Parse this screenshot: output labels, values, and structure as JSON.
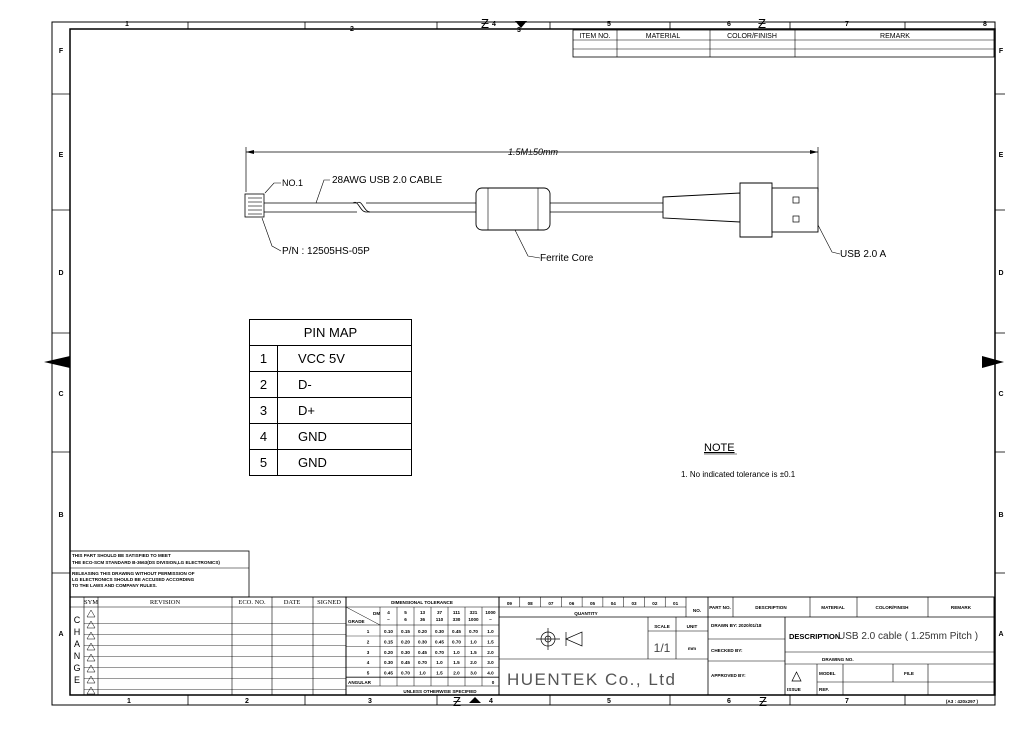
{
  "frame": {
    "columns_top": [
      "1",
      "2",
      "4",
      "5",
      "6",
      "7",
      "8"
    ],
    "column_marker_top": "3",
    "columns_bottom": [
      "1",
      "2",
      "3",
      "4",
      "5",
      "6",
      "7"
    ],
    "rows": [
      "F",
      "E",
      "D",
      "C",
      "B",
      "A"
    ],
    "rev_mark": "Ƶ",
    "sheet_size": "(A3 : 420x297 )"
  },
  "item_table": {
    "headers": [
      "ITEM NO.",
      "MATERIAL",
      "COLOR/FINISH",
      "REMARK"
    ]
  },
  "drawing": {
    "length": "1.5M±50mm",
    "no1": "NO.1",
    "cable": "28AWG USB 2.0 CABLE",
    "pn": "P/N : 12505HS-05P",
    "ferrite": "Ferrite Core",
    "usb": "USB 2.0 A"
  },
  "pin_map": {
    "title": "PIN MAP",
    "rows": [
      {
        "num": "1",
        "signal": "VCC 5V"
      },
      {
        "num": "2",
        "signal": "D-"
      },
      {
        "num": "3",
        "signal": "D+"
      },
      {
        "num": "4",
        "signal": "GND"
      },
      {
        "num": "5",
        "signal": "GND"
      }
    ]
  },
  "note": {
    "title": "NOTE",
    "line1": "1. No indicated tolerance is ±0.1"
  },
  "compliance": [
    "THIS PART SHOULD BE SATISFIED TO MEET",
    "THE ECO-SCM STANDARD B-3663(DS DIVISION,LG ELECTRONICS)",
    "RELEASING THIS DRAWING WITHOUT PERMISSION OF",
    "LG ELECTRONICS SHOULD BE ACCUSED ACCORDING",
    "TO THE LAWS AND COMPANY RULES."
  ],
  "revision": {
    "headers": [
      "SYM",
      "REVISION",
      "ECO. NO.",
      "DATE",
      "SIGNED"
    ],
    "change_letters": [
      "C",
      "H",
      "A",
      "N",
      "G",
      "E"
    ]
  },
  "tolerance": {
    "title": "DIMENSIONAL TOLERANCE",
    "dm": "DM",
    "grade": "GRADE",
    "cols": [
      "4",
      "5",
      "13",
      "37",
      "111",
      "321",
      "1000"
    ],
    "cols2": [
      "~",
      "6",
      "36",
      "110",
      "330",
      "1000",
      "~"
    ],
    "rows": [
      [
        "1",
        "0.10",
        "0.15",
        "0.20",
        "0.30",
        "0.45",
        "0.70",
        "1.0"
      ],
      [
        "2",
        "0.15",
        "0.20",
        "0.30",
        "0.45",
        "0.70",
        "1.0",
        "1.5"
      ],
      [
        "3",
        "0.20",
        "0.30",
        "0.45",
        "0.70",
        "1.0",
        "1.5",
        "2.0"
      ],
      [
        "4",
        "0.30",
        "0.45",
        "0.70",
        "1.0",
        "1.5",
        "2.0",
        "3.0"
      ],
      [
        "5",
        "0.45",
        "0.70",
        "1.0",
        "1.5",
        "2.0",
        "3.0",
        "4.0"
      ]
    ],
    "angular": "ANGULAR",
    "angular_val": "0",
    "unless": "UNLESS OTHERWISE SPECIFIED"
  },
  "title_block": {
    "qty_cols": [
      "09",
      "08",
      "07",
      "06",
      "05",
      "04",
      "03",
      "02",
      "01"
    ],
    "quantity": "QUANTITY",
    "no": "NO.",
    "part_no": "PART NO.",
    "description": "DESCRIPTION",
    "material": "MATERIAL",
    "color_finish": "COLOR/FINISH",
    "remark": "REMARK",
    "scale": "SCALE",
    "unit": "UNIT",
    "scale_val": "1/1",
    "unit_val": "mm",
    "drawn_by": "DRAWN  BY: 2020/01/18",
    "checked_by": "CHECKED  BY:",
    "approved_by": "APPROVED  BY:",
    "description_label": "DESCRIPTION",
    "description_value": "USB 2.0 cable ( 1.25mm Pitch )",
    "drawing_no": "DRAWING NO.",
    "model": "MODEL",
    "file": "FILE",
    "issue": "ISSUE",
    "ref": "REF.",
    "company": "HUENTEK Co., Ltd"
  }
}
